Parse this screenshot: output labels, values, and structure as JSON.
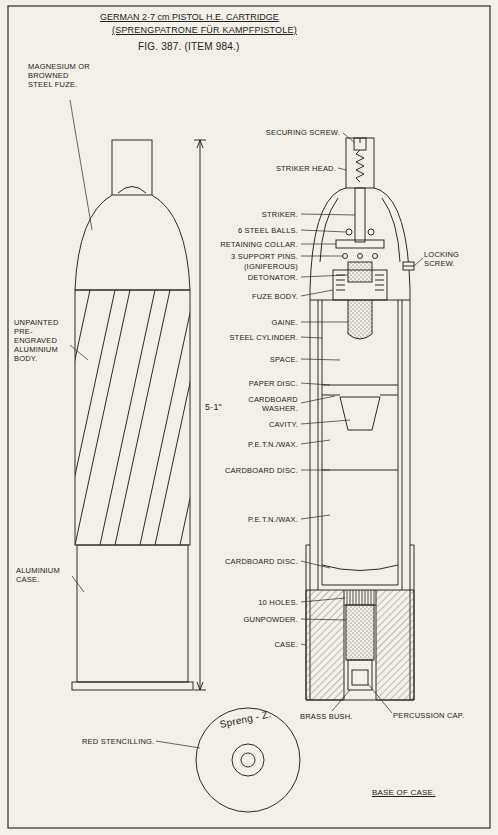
{
  "diagram": {
    "title": "GERMAN 2·7 cm PISTOL H.E. CARTRIDGE",
    "labels": [
      "(SPRENGPATRONE FÜR KAMPFPISTOLE)",
      "FIG. 387. (ITEM 984.)",
      "MAGNESIUM OR BROWNED STEEL FUZE.",
      "UNPAINTED PRE-ENGRAVED ALUMINIUM BODY.",
      "ALUMINIUM CASE.",
      "5·1\"",
      "SECURING SCREW.",
      "STRIKER HEAD.",
      "STRIKER.",
      "6 STEEL BALLS.",
      "RETAINING COLLAR.",
      "3 SUPPORT PINS.",
      "(IGNIFEROUS)",
      "DETONATOR.",
      "LOCKING SCREW.",
      "FUZE BODY.",
      "GAINE.",
      "STEEL CYLINDER.",
      "SPACE.",
      "PAPER DISC.",
      "CARDBOARD WASHER.",
      "CAVITY.",
      "P.E.T.N./WAX.",
      "CARDBOARD DISC.",
      "P.E.T.N./WAX.",
      "CARDBOARD DISC.",
      "10 HOLES.",
      "GUNPOWDER.",
      "CASE.",
      "PERCUSSION CAP.",
      "BRASS BUSH.",
      "RED STENCILLING.",
      "Spreng - Z.",
      "BASE OF CASE."
    ]
  }
}
